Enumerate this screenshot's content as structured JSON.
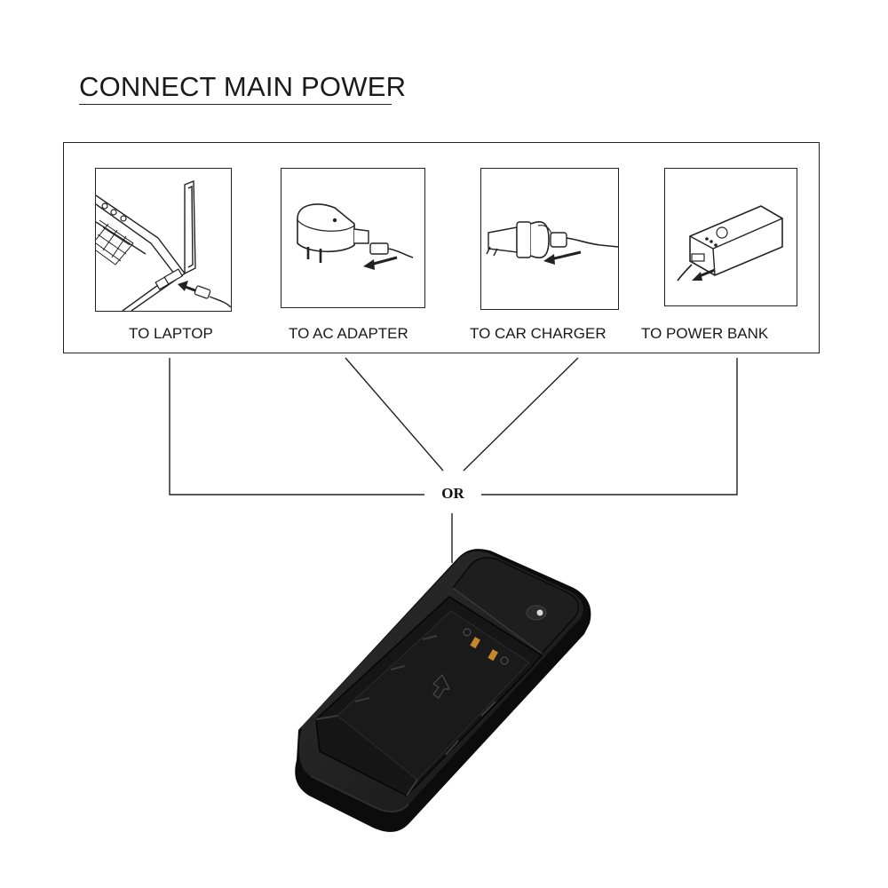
{
  "title": "CONNECT MAIN POWER",
  "options": [
    {
      "label": "TO LAPTOP",
      "icon": "laptop-icon"
    },
    {
      "label": "TO AC ADAPTER",
      "icon": "ac-adapter-icon"
    },
    {
      "label": "TO CAR CHARGER",
      "icon": "car-charger-icon"
    },
    {
      "label": "TO POWER BANK",
      "icon": "power-bank-icon"
    }
  ],
  "connector_label": "OR",
  "device": {
    "icon": "battery-charger-icon"
  },
  "colors": {
    "line": "#222222",
    "device": "#141414",
    "contact": "#c8862a"
  }
}
